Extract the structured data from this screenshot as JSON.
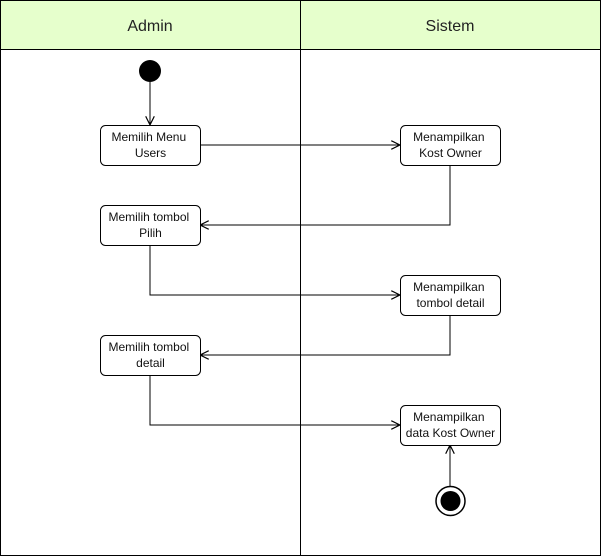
{
  "lanes": [
    {
      "title": "Admin"
    },
    {
      "title": "Sistem"
    }
  ],
  "activities": [
    {
      "lines": [
        "Memilih Menu",
        "Users"
      ]
    },
    {
      "lines": [
        "Menampilkan",
        "Kost Owner"
      ]
    },
    {
      "lines": [
        "Memilih tombol",
        "Pilih"
      ]
    },
    {
      "lines": [
        "Menampilkan",
        "tombol detail"
      ]
    },
    {
      "lines": [
        "Memilih tombol",
        "detail"
      ]
    },
    {
      "lines": [
        "Menampilkan",
        "data Kost Owner"
      ]
    }
  ],
  "colors": {
    "header_fill": "#e6ffcc",
    "border": "#000000",
    "node_fill": "#ffffff"
  }
}
